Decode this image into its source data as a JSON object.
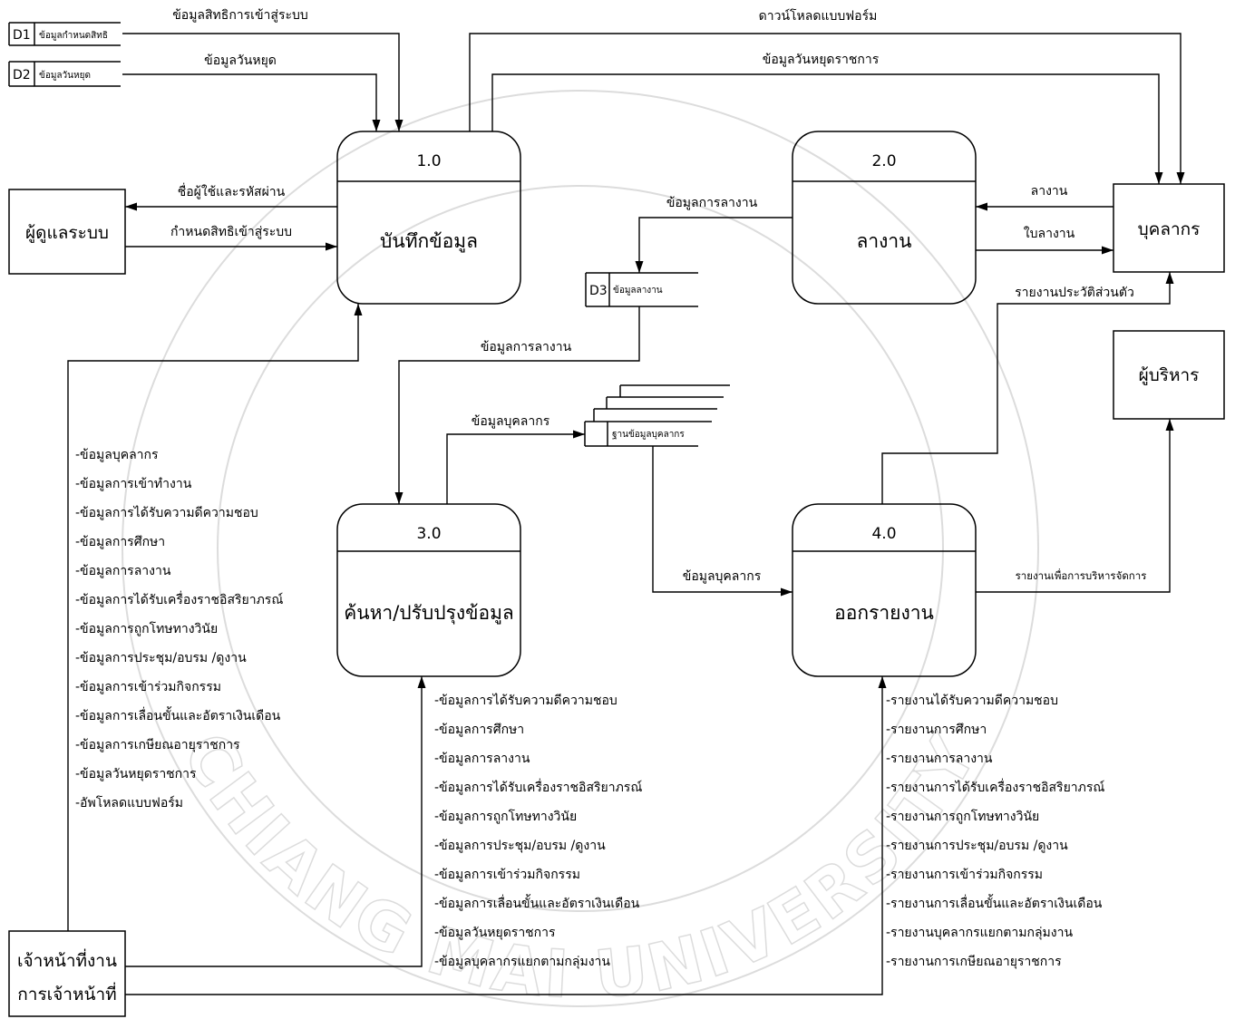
{
  "colors": {
    "line": "#000000",
    "background": "#ffffff",
    "watermark": "#dcdcdc"
  },
  "watermark": {
    "text": "CHIANG MAI UNIVERSITY"
  },
  "diagram": {
    "data_stores": {
      "d1": {
        "id": "D1",
        "name": "ข้อมูลกำหนดสิทธิ"
      },
      "d2": {
        "id": "D2",
        "name": "ข้อมูลวันหยุด"
      },
      "d3": {
        "id": "D3",
        "name": "ข้อมูลลางาน"
      },
      "personnel_db": {
        "name": "ฐานข้อมูลบุคลากร"
      }
    },
    "processes": {
      "p1": {
        "number": "1.0",
        "name": "บันทึกข้อมูล"
      },
      "p2": {
        "number": "2.0",
        "name": "ลางาน"
      },
      "p3": {
        "number": "3.0",
        "name": "ค้นหา/ปรับปรุงข้อมูล"
      },
      "p4": {
        "number": "4.0",
        "name": "ออกรายงาน"
      }
    },
    "entities": {
      "admin": "ผู้ดูแลระบบ",
      "personnel": "บุคลากร",
      "executive": "ผู้บริหาร",
      "staff_line1": "เจ้าหน้าที่งาน",
      "staff_line2": "การเจ้าหน้าที่"
    },
    "flows": {
      "d1_to_p1": "ข้อมูลสิทธิการเข้าสู่ระบบ",
      "d2_to_p1": "ข้อมูลวันหยุด",
      "p1_to_personnel_form": "ดาวน์โหลดแบบฟอร์ม",
      "p1_to_personnel_holiday": "ข้อมูลวันหยุดราชการ",
      "p1_to_admin": "ชื่อผู้ใช้และรหัสผ่าน",
      "admin_to_p1": "กำหนดสิทธิเข้าสู่ระบบ",
      "personnel_to_p2": "ลางาน",
      "p2_to_personnel": "ใบลางาน",
      "p2_to_d3": "ข้อมูลการลางาน",
      "d3_to_p3": "ข้อมูลการลางาน",
      "p3_to_db": "ข้อมูลบุคลากร",
      "db_to_p4": "ข้อมูลบุคลากร",
      "p4_to_personnel": "รายงานประวัติส่วนตัว",
      "p4_to_executive": "รายงานเพื่อการบริหารจัดการ",
      "staff_to_p1": [
        "-ข้อมูลบุคลากร",
        "-ข้อมูลการเข้าทำงาน",
        "-ข้อมูลการได้รับความดีความชอบ",
        "-ข้อมูลการศึกษา",
        "-ข้อมูลการลางาน",
        "-ข้อมูลการได้รับเครื่องราชอิสริยาภรณ์",
        "-ข้อมูลการถูกโทษทางวินัย",
        "-ข้อมูลการประชุม/อบรม /ดูงาน",
        "-ข้อมูลการเข้าร่วมกิจกรรม",
        "-ข้อมูลการเลื่อนขั้นและอัตราเงินเดือน",
        "-ข้อมูลการเกษียณอายุราชการ",
        "-ข้อมูลวันหยุดราชการ",
        "-อัพโหลดแบบฟอร์ม"
      ],
      "staff_to_p3": [
        "-ข้อมูลการได้รับความดีความชอบ",
        "-ข้อมูลการศึกษา",
        "-ข้อมูลการลางาน",
        "-ข้อมูลการได้รับเครื่องราชอิสริยาภรณ์",
        "-ข้อมูลการถูกโทษทางวินัย",
        "-ข้อมูลการประชุม/อบรม /ดูงาน",
        "-ข้อมูลการเข้าร่วมกิจกรรม",
        "-ข้อมูลการเลื่อนขั้นและอัตราเงินเดือน",
        "-ข้อมูลวันหยุดราชการ",
        "-ข้อมูลบุคลากรแยกตามกลุ่มงาน"
      ],
      "staff_to_p4": [
        "-รายงานได้รับความดีความชอบ",
        "-รายงานการศึกษา",
        "-รายงานการลางาน",
        "-รายงานการได้รับเครื่องราชอิสริยาภรณ์",
        "-รายงานการถูกโทษทางวินัย",
        "-รายงานการประชุม/อบรม /ดูงาน",
        "-รายงานการเข้าร่วมกิจกรรม",
        "-รายงานการเลื่อนขั้นและอัตราเงินเดือน",
        "-รายงานบุคลากรแยกตามกลุ่มงาน",
        "-รายงานการเกษียณอายุราชการ"
      ]
    }
  }
}
